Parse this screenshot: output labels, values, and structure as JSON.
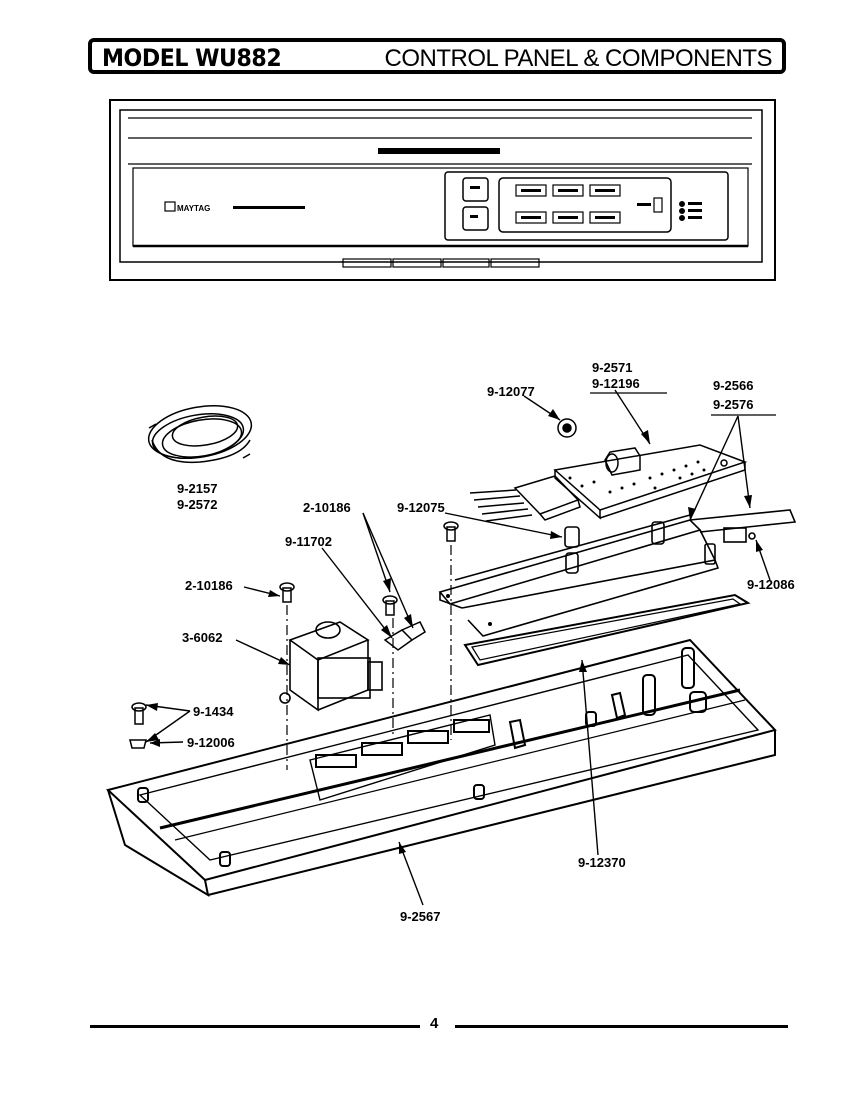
{
  "header": {
    "model": "MODEL WU882",
    "section": "CONTROL PANEL & COMPONENTS"
  },
  "panel": {
    "brand": "MAYTAG"
  },
  "parts": [
    {
      "key": "harness",
      "lines": [
        "9-2157",
        "9-2572"
      ]
    },
    {
      "key": "nut",
      "lines": [
        "9-12077"
      ]
    },
    {
      "key": "board",
      "lines": [
        "9-2571",
        "9-12196"
      ]
    },
    {
      "key": "bracket",
      "lines": [
        "9-2566",
        "9-2576"
      ]
    },
    {
      "key": "screw-center",
      "lines": [
        "2-10186"
      ]
    },
    {
      "key": "spacer",
      "lines": [
        "9-12075"
      ]
    },
    {
      "key": "clip",
      "lines": [
        "9-11702"
      ]
    },
    {
      "key": "screw-left",
      "lines": [
        "2-10186"
      ]
    },
    {
      "key": "transformer",
      "lines": [
        "3-6062"
      ]
    },
    {
      "key": "screw-small",
      "lines": [
        "9-1434"
      ]
    },
    {
      "key": "cap",
      "lines": [
        "9-12006"
      ]
    },
    {
      "key": "bracket-right",
      "lines": [
        "9-12086"
      ]
    },
    {
      "key": "gasket",
      "lines": [
        "9-12370"
      ]
    },
    {
      "key": "panel-base",
      "lines": [
        "9-2567"
      ]
    }
  ],
  "footer": {
    "page": "4"
  }
}
